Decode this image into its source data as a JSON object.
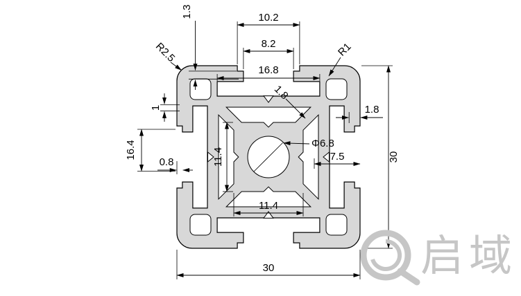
{
  "dims": {
    "lip_thickness": "1.3",
    "top_recess_width": "10.2",
    "slot_opening": "8.2",
    "slot_cavity_width": "16.8",
    "corner_radius": "R2.5",
    "fillet_radius": "R1",
    "web_thickness": "1.8",
    "right_wall": "1.8",
    "left_step": "1",
    "left_height": "16.4",
    "left_recess_depth": "0.8",
    "core_height": "11.4",
    "center_bore": "Φ6.8",
    "slot_depth": "7.5",
    "overall_height": "30",
    "core_width": "11.4",
    "overall_width": "30"
  },
  "logo": {
    "text": "启域"
  },
  "colors": {
    "profile_fill": "#d8d8d8",
    "line": "#000000",
    "logo": "#c6c6c6",
    "background": "#ffffff"
  }
}
